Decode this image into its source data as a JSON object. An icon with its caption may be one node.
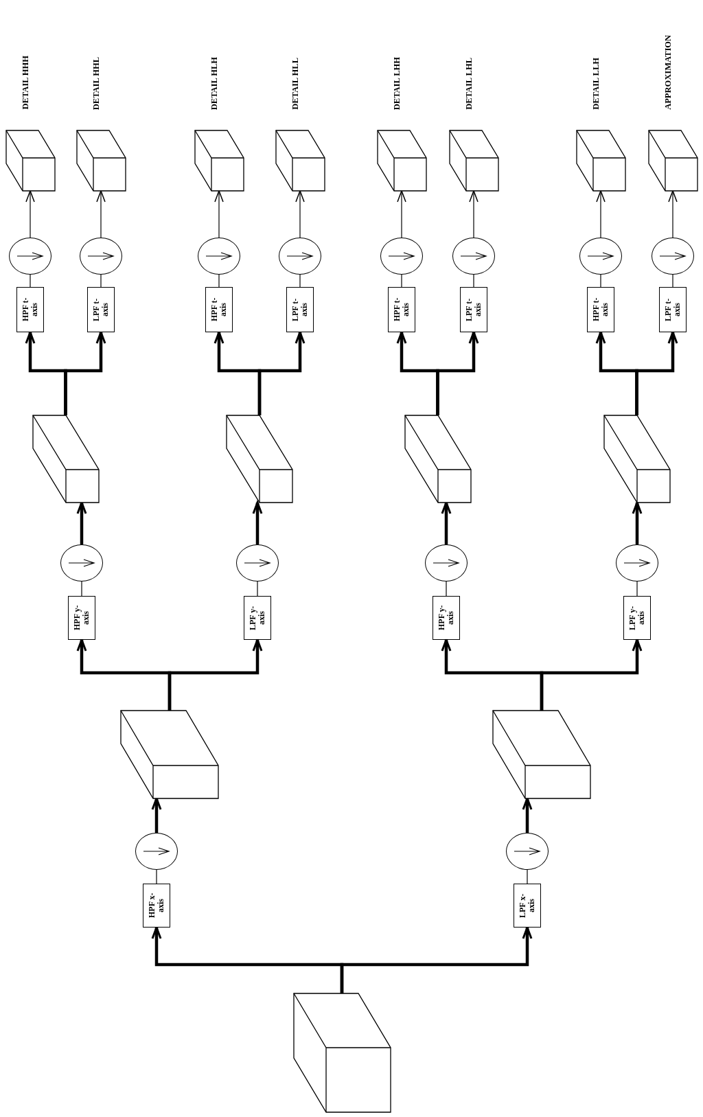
{
  "diagram": {
    "nodes": [
      {
        "text": [],
        "shape": "box"
      },
      {
        "text": [
          "HPF x-axis"
        ]
      },
      {
        "text": [],
        "shape": "circle"
      },
      {
        "text": [],
        "shape": "box"
      },
      {
        "text": [
          "HPF y-axis"
        ]
      },
      {
        "text": [],
        "shape": "circle"
      },
      {
        "text": [],
        "shape": "box"
      },
      {
        "text": [
          "HPF t-axis"
        ]
      },
      {
        "text": [],
        "shape": "circle"
      },
      {
        "text": [],
        "shape": "box",
        "beside": [
          "DETAIL HHH"
        ]
      },
      {
        "text": [
          "LPF t-axis"
        ]
      },
      {
        "text": [],
        "shape": "circle"
      },
      {
        "text": [],
        "shape": "box",
        "beside": [
          "DETAIL HHL"
        ]
      },
      {
        "text": [
          "LPF y-axis"
        ]
      },
      {
        "text": [],
        "shape": "circle"
      },
      {
        "text": [],
        "shape": "box"
      },
      {
        "text": [
          "HPF t-axis"
        ]
      },
      {
        "text": [],
        "shape": "circle"
      },
      {
        "text": [],
        "shape": "box",
        "beside": [
          "DETAIL HLH"
        ]
      },
      {
        "text": [
          "LPF t-axis"
        ]
      },
      {
        "text": [],
        "shape": "circle"
      },
      {
        "text": [],
        "shape": "box",
        "beside": [
          "DETAIL HLL"
        ]
      },
      {
        "text": [
          "LPF x-axis"
        ]
      },
      {
        "text": [],
        "shape": "circle"
      },
      {
        "text": [],
        "shape": "box"
      },
      {
        "text": [
          "HPF y-axis"
        ]
      },
      {
        "text": [],
        "shape": "circle"
      },
      {
        "text": [],
        "shape": "box"
      },
      {
        "text": [
          "HPF t-axis"
        ]
      },
      {
        "text": [],
        "shape": "circle"
      },
      {
        "text": [],
        "shape": "box",
        "beside": [
          "DETAIL LHH"
        ]
      },
      {
        "text": [
          "LPF t-axis"
        ]
      },
      {
        "text": [],
        "shape": "circle"
      },
      {
        "text": [],
        "shape": "box",
        "beside": [
          "DETAIL LHL"
        ]
      },
      {
        "text": [
          "LPF y-axis"
        ]
      },
      {
        "text": [],
        "shape": "circle"
      },
      {
        "text": [],
        "shape": "box"
      },
      {
        "text": [
          "HPF t-axis"
        ]
      },
      {
        "text": [],
        "shape": "circle"
      },
      {
        "text": [],
        "shape": "box",
        "beside": [
          "DETAIL LLH"
        ]
      },
      {
        "text": [
          "LPF t-axis"
        ]
      },
      {
        "text": [],
        "shape": "circle"
      },
      {
        "text": [],
        "shape": "box",
        "beside": [
          "APPROXIMATION"
        ]
      }
    ],
    "edges": [
      {
        "from": 0,
        "to": 1,
        "arrow": "to",
        "style": "thick"
      },
      {
        "from": 1,
        "to": 2,
        "arrow": "none"
      },
      {
        "from": 2,
        "to": 3,
        "arrow": "to",
        "style": "thick"
      },
      {
        "from": 3,
        "to": 4,
        "arrow": "to",
        "style": "thick"
      },
      {
        "from": 4,
        "to": 5,
        "arrow": "none"
      },
      {
        "from": 5,
        "to": 6,
        "arrow": "to",
        "style": "thick"
      },
      {
        "from": 6,
        "to": 7,
        "arrow": "to",
        "style": "thick"
      },
      {
        "from": 7,
        "to": 8,
        "arrow": "none"
      },
      {
        "from": 8,
        "to": 9,
        "arrow": "to"
      },
      {
        "from": 6,
        "to": 10,
        "arrow": "to",
        "style": "thick"
      },
      {
        "from": 10,
        "to": 11,
        "arrow": "none"
      },
      {
        "from": 11,
        "to": 12,
        "arrow": "to"
      },
      {
        "from": 3,
        "to": 13,
        "arrow": "to",
        "style": "thick"
      },
      {
        "from": 13,
        "to": 14,
        "arrow": "none"
      },
      {
        "from": 14,
        "to": 15,
        "arrow": "to",
        "style": "thick"
      },
      {
        "from": 15,
        "to": 16,
        "arrow": "to",
        "style": "thick"
      },
      {
        "from": 16,
        "to": 17,
        "arrow": "none"
      },
      {
        "from": 17,
        "to": 18,
        "arrow": "to"
      },
      {
        "from": 15,
        "to": 19,
        "arrow": "to",
        "style": "thick"
      },
      {
        "from": 19,
        "to": 20,
        "arrow": "none"
      },
      {
        "from": 20,
        "to": 21,
        "arrow": "to"
      },
      {
        "from": 0,
        "to": 22,
        "arrow": "to",
        "style": "thick"
      },
      {
        "from": 22,
        "to": 23,
        "arrow": "none"
      },
      {
        "from": 23,
        "to": 24,
        "arrow": "to",
        "style": "thick"
      },
      {
        "from": 24,
        "to": 25,
        "arrow": "to",
        "style": "thick"
      },
      {
        "from": 25,
        "to": 26,
        "arrow": "none"
      },
      {
        "from": 26,
        "to": 27,
        "arrow": "to",
        "style": "thick"
      },
      {
        "from": 27,
        "to": 28,
        "arrow": "to",
        "style": "thick"
      },
      {
        "from": 28,
        "to": 29,
        "arrow": "none"
      },
      {
        "from": 29,
        "to": 30,
        "arrow": "to"
      },
      {
        "from": 27,
        "to": 31,
        "arrow": "to",
        "style": "thick"
      },
      {
        "from": 31,
        "to": 32,
        "arrow": "none"
      },
      {
        "from": 32,
        "to": 33,
        "arrow": "to"
      },
      {
        "from": 24,
        "to": 34,
        "arrow": "to",
        "style": "thick"
      },
      {
        "from": 34,
        "to": 35,
        "arrow": "none"
      },
      {
        "from": 35,
        "to": 36,
        "arrow": "to",
        "style": "thick"
      },
      {
        "from": 36,
        "to": 37,
        "arrow": "to",
        "style": "thick"
      },
      {
        "from": 37,
        "to": 38,
        "arrow": "none"
      },
      {
        "from": 38,
        "to": 39,
        "arrow": "to"
      },
      {
        "from": 36,
        "to": 40,
        "arrow": "to",
        "style": "thick"
      },
      {
        "from": 40,
        "to": 41,
        "arrow": "none"
      },
      {
        "from": 41,
        "to": 42,
        "arrow": "to"
      }
    ]
  }
}
